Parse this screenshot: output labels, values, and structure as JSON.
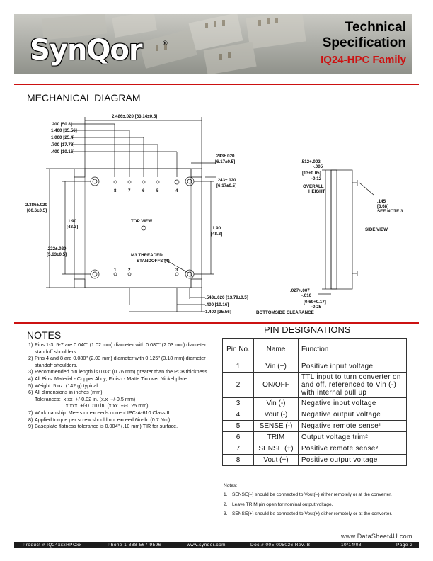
{
  "header": {
    "logo_text": "SynQor",
    "logo_reg": "®",
    "title_line1": "Technical",
    "title_line2": "Specification",
    "subtitle": "IQ24-HPC Family"
  },
  "mechanical": {
    "title": "MECHANICAL DIAGRAM",
    "dims_left": [
      ".200  [50.8]",
      "1.400  [35.56]",
      "1.000  [25.4]",
      ".700  [17.78]",
      ".400  [10.16]"
    ],
    "dim_top": "2.486±.020  [63.14±0.5]",
    "dim_top_right1": ".243±.020",
    "dim_top_right1b": "[6.17±0.5]",
    "dim_top_right2": ".243±.020",
    "dim_top_right2b": "[6.17±0.5]",
    "dim_height": "2.386±.020",
    "dim_height_b": "[60.6±0.5]",
    "dim_inner_left": "1.90",
    "dim_inner_left_b": "[48.3]",
    "dim_inner_right": "1.90",
    "dim_inner_right_b": "[48.3]",
    "dim_lower_left": ".222±.020",
    "dim_lower_left_b": "[5.63±0.5]",
    "top_view": "TOP VIEW",
    "standoff_label1": "M3 THREADED",
    "standoff_label2": "STANDOFFS (4)",
    "pin_labels_top": [
      "8",
      "7",
      "6",
      "5",
      "4"
    ],
    "pin_labels_bottom": [
      "1",
      "2",
      "3"
    ],
    "dims_bottom": [
      ".543±.020  [13.79±0.5]",
      ".400  [10.16]",
      "1.400  [35.56]"
    ],
    "side_dim1": ".512+.002",
    "side_dim1b": "-.005",
    "side_dim2": "[13+0.05]",
    "side_dim2b": "-0.12",
    "overall": "OVERALL",
    "height": "HEIGHT",
    "side_dim3": ".145",
    "side_dim3b": "[3.68]",
    "see_note": "SEE NOTE 3",
    "side_view": "SIDE VIEW",
    "clear1": ".027+.007",
    "clear1b": "-.010",
    "clear2": "[0.69+0.17]",
    "clear2b": "-0.25",
    "bottomside": "BOTTOMSIDE CLEARANCE"
  },
  "notes": {
    "title": "NOTES",
    "items": [
      {
        "num": "1)",
        "text": "Pins 1-3, 5-7 are 0.040\" (1.02 mm) diameter with 0.080\" (2.03 mm) diameter standoff shoulders."
      },
      {
        "num": "2)",
        "text": "Pins 4 and 8 are 0.080\" (2.03 mm) diameter with 0.125\" (3.18 mm) diameter standoff shoulders."
      },
      {
        "num": "3)",
        "text": "Recommended pin length is 0.03\" (0.76 mm) greater than the PCB thickness."
      },
      {
        "num": "4)",
        "text": "All Pins: Material - Copper Alloy;  Finish - Matte Tin over Nickel plate"
      },
      {
        "num": "5)",
        "text": "Weight:  5 oz. (142 g) typical"
      },
      {
        "num": "6)",
        "text": "All dimensions in inches (mm)"
      },
      {
        "num": "",
        "text": "Tolerances:  x.xx  +/-0.02 in. (x.x  +/-0.5 mm)"
      },
      {
        "num": "",
        "text": "                      x.xxx  +/-0.010 in. (x.xx  +/-0.25 mm)"
      },
      {
        "num": "7)",
        "text": "Workmanship: Meets or exceeds current IPC-A-610 Class II"
      },
      {
        "num": "8)",
        "text": "Applied torque per screw should not exceed 6in-lb. (0.7 Nm)."
      },
      {
        "num": "9)",
        "text": "Baseplate flatness tolerance is 0.004\" (.10 mm) TIR for surface."
      }
    ]
  },
  "pins": {
    "title": "PIN DESIGNATIONS",
    "headers": [
      "Pin No.",
      "Name",
      "Function"
    ],
    "rows": [
      {
        "pin": "1",
        "name": "Vin (+)",
        "function": "Positive input voltage"
      },
      {
        "pin": "2",
        "name": "ON/OFF",
        "function": "TTL input to turn converter on and off, referenced to Vin (-) with internal pull up"
      },
      {
        "pin": "3",
        "name": "Vin (-)",
        "function": "Negative input voltage"
      },
      {
        "pin": "4",
        "name": "Vout (-)",
        "function": "Negative output voltage"
      },
      {
        "pin": "5",
        "name": "SENSE (-)",
        "function": "Negative remote sense¹"
      },
      {
        "pin": "6",
        "name": "TRIM",
        "function": "Output voltage trim²"
      },
      {
        "pin": "7",
        "name": "SENSE (+)",
        "function": "Positive remote sense³"
      },
      {
        "pin": "8",
        "name": "Vout (+)",
        "function": "Positive output voltage"
      }
    ],
    "notes_title": "Notes:",
    "notes": [
      {
        "num": "1.",
        "text": "SENSE(–) should be connected to Vout(–) either remotely or at the converter."
      },
      {
        "num": "2.",
        "text": "Leave TRIM pin open for nominal output voltage."
      },
      {
        "num": "3.",
        "text": "SENSE(+) should be connected to Vout(+) either remotely or at the converter."
      }
    ]
  },
  "watermark": "www.DataSheet4U.com",
  "footer": {
    "product": "Product # IQ24xxxHPCxx",
    "phone": "Phone 1-888-567-9596",
    "web": "www.synqor.com",
    "doc": "Doc.# 005-005026  Rev. B",
    "date": "10/14/08",
    "page": "Page 2"
  },
  "colors": {
    "accent": "#cc1111",
    "footer_bg": "#1c1c1c"
  }
}
